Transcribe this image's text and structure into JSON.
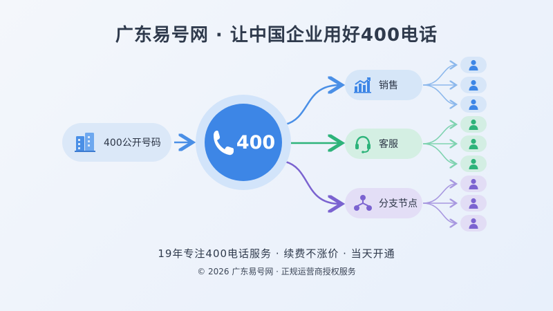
{
  "title": "广东易号网 · 让中国企业用好400电话",
  "source": {
    "label": "400公开号码",
    "icon": "building-icon"
  },
  "hub": {
    "number": "400",
    "icon": "phone-icon"
  },
  "destinations": [
    {
      "label": "销售",
      "icon": "bar-chart-icon",
      "color": "#3d86e6"
    },
    {
      "label": "客服",
      "icon": "headset-icon",
      "color": "#2db37a"
    },
    {
      "label": "分支节点",
      "icon": "branch-nodes-icon",
      "color": "#7b63d0"
    }
  ],
  "person_icon": "user-icon",
  "colors": {
    "blue": "#3d86e6",
    "green": "#2db37a",
    "purple": "#7b63d0"
  },
  "footer": {
    "line1": "19年专注400电话服务 · 续费不涨价 · 当天开通",
    "line2": "© 2026 广东易号网 · 正规运营商授权服务"
  }
}
